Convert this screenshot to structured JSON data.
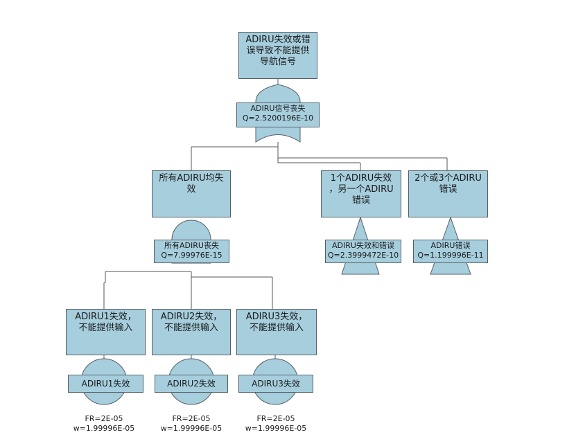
{
  "colors": {
    "fill": "#a6cedd",
    "stroke": "#555e66",
    "line": "#555555"
  },
  "top_event": {
    "label": "ADIRU失效或错\n误导致不能提供\n导航信号"
  },
  "gate_top": {
    "label": "ADIRU信号丧失\nQ=2.5200196E-10",
    "type": "or-gate-icon"
  },
  "event_all_fail": {
    "label": "所有ADIRU均失\n效"
  },
  "event_one_fail_one_error": {
    "label": "1个ADIRU失效\n，另一个ADIRU\n错误"
  },
  "event_two_three_error": {
    "label": "2个或3个ADIRU\n错误"
  },
  "gate_all_lost": {
    "label": "所有ADIRU丧失\nQ=7.99976E-15",
    "type": "and-gate-icon"
  },
  "transfer_fail_error": {
    "label": "ADIRU失效和错误\nQ=2.3999472E-10",
    "type": "transfer-triangle-icon"
  },
  "transfer_error": {
    "label": "ADIRU错误\nQ=1.199996E-11",
    "type": "transfer-triangle-icon"
  },
  "basic_events": [
    {
      "event": "ADIRU1失效，\n不能提供输入",
      "label": "ADIRU1失效",
      "fr": "FR=2E-05",
      "w": "w=1.99996E-05"
    },
    {
      "event": "ADIRU2失效，\n不能提供输入",
      "label": "ADIRU2失效",
      "fr": "FR=2E-05",
      "w": "w=1.99996E-05"
    },
    {
      "event": "ADIRU3失效，\n不能提供输入",
      "label": "ADIRU3失效",
      "fr": "FR=2E-05",
      "w": "w=1.99996E-05"
    }
  ]
}
